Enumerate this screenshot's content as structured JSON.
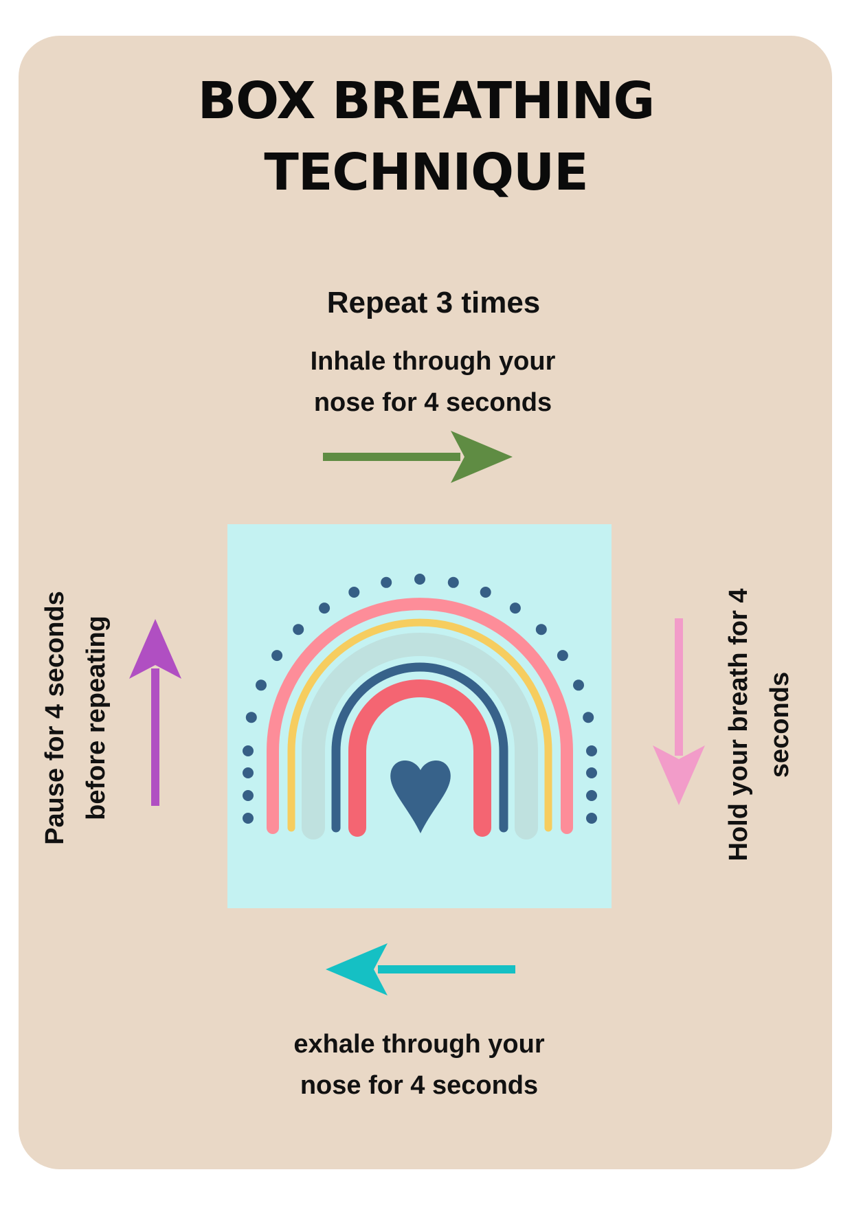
{
  "poster": {
    "title_line1": "BOX BREATHING",
    "title_line2": "TECHNIQUE",
    "repeat": "Repeat 3 times",
    "inhale_line1": "Inhale through your",
    "inhale_line2": "nose for 4 seconds",
    "hold_line1": "Hold your breath for 4",
    "hold_line2": "seconds",
    "exhale_line1": "exhale through your",
    "exhale_line2": "nose for 4 seconds",
    "pause_line1": "Pause for 4 seconds",
    "pause_line2": "before repeating"
  },
  "colors": {
    "card_background": "#e9d8c6",
    "inhale_arrow": "#5f8c43",
    "hold_arrow": "#f29cc9",
    "exhale_arrow": "#15c0c4",
    "pause_arrow": "#b04fc2",
    "art_background": "#c4f2f2"
  },
  "icons": {
    "inhale": "arrow-right-icon",
    "hold": "arrow-down-icon",
    "exhale": "arrow-left-icon",
    "pause": "arrow-up-icon",
    "illustration": "rainbow-heart-icon"
  }
}
